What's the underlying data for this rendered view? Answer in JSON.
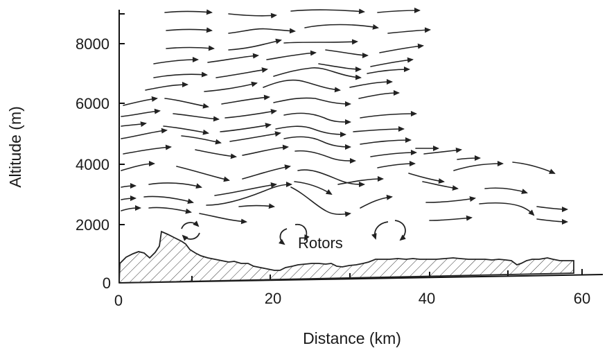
{
  "figure": {
    "xlabel": "Distance (km)",
    "ylabel": "Altitude (m)",
    "annotation": "Rotors",
    "ink": "#222222",
    "background": "#ffffff"
  },
  "axes": {
    "x_ticks": [
      {
        "value": 0,
        "label": "0"
      },
      {
        "value": 20,
        "label": "20"
      },
      {
        "value": 40,
        "label": "40"
      },
      {
        "value": 60,
        "label": "60"
      }
    ],
    "y_ticks": [
      {
        "value": 0,
        "label": "0"
      },
      {
        "value": 2000,
        "label": "2000"
      },
      {
        "value": 4000,
        "label": "4000"
      },
      {
        "value": 6000,
        "label": "6000"
      },
      {
        "value": 8000,
        "label": "8000"
      }
    ],
    "x_range_km": [
      0,
      63
    ],
    "y_range_m": [
      0,
      9000
    ]
  },
  "icons": {
    "flow_arrow": "streamline-arrow-icon",
    "rotor": "rotor-circulation-icon"
  }
}
